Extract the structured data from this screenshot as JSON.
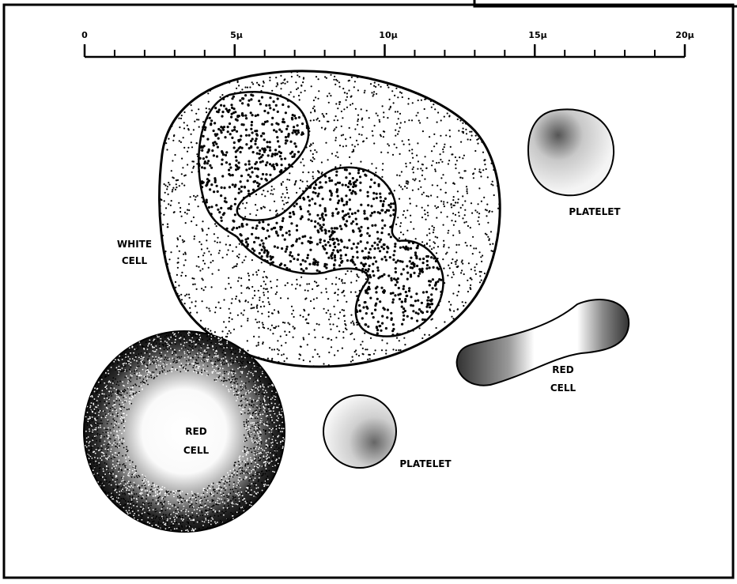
{
  "scale": {
    "tick_labels": [
      "0",
      "5μ",
      "10μ",
      "15μ",
      "20μ"
    ],
    "unit": "μ"
  },
  "labels": {
    "white_cell": [
      "WHITE",
      "CELL"
    ],
    "platelet_top": "PLATELET",
    "platelet_bottom": "PLATELET",
    "red_cell_side": [
      "RED",
      "CELL"
    ],
    "red_cell_round": [
      "RED",
      "CELL"
    ]
  },
  "colors": {
    "ink": "#000000",
    "paper": "#ffffff"
  }
}
